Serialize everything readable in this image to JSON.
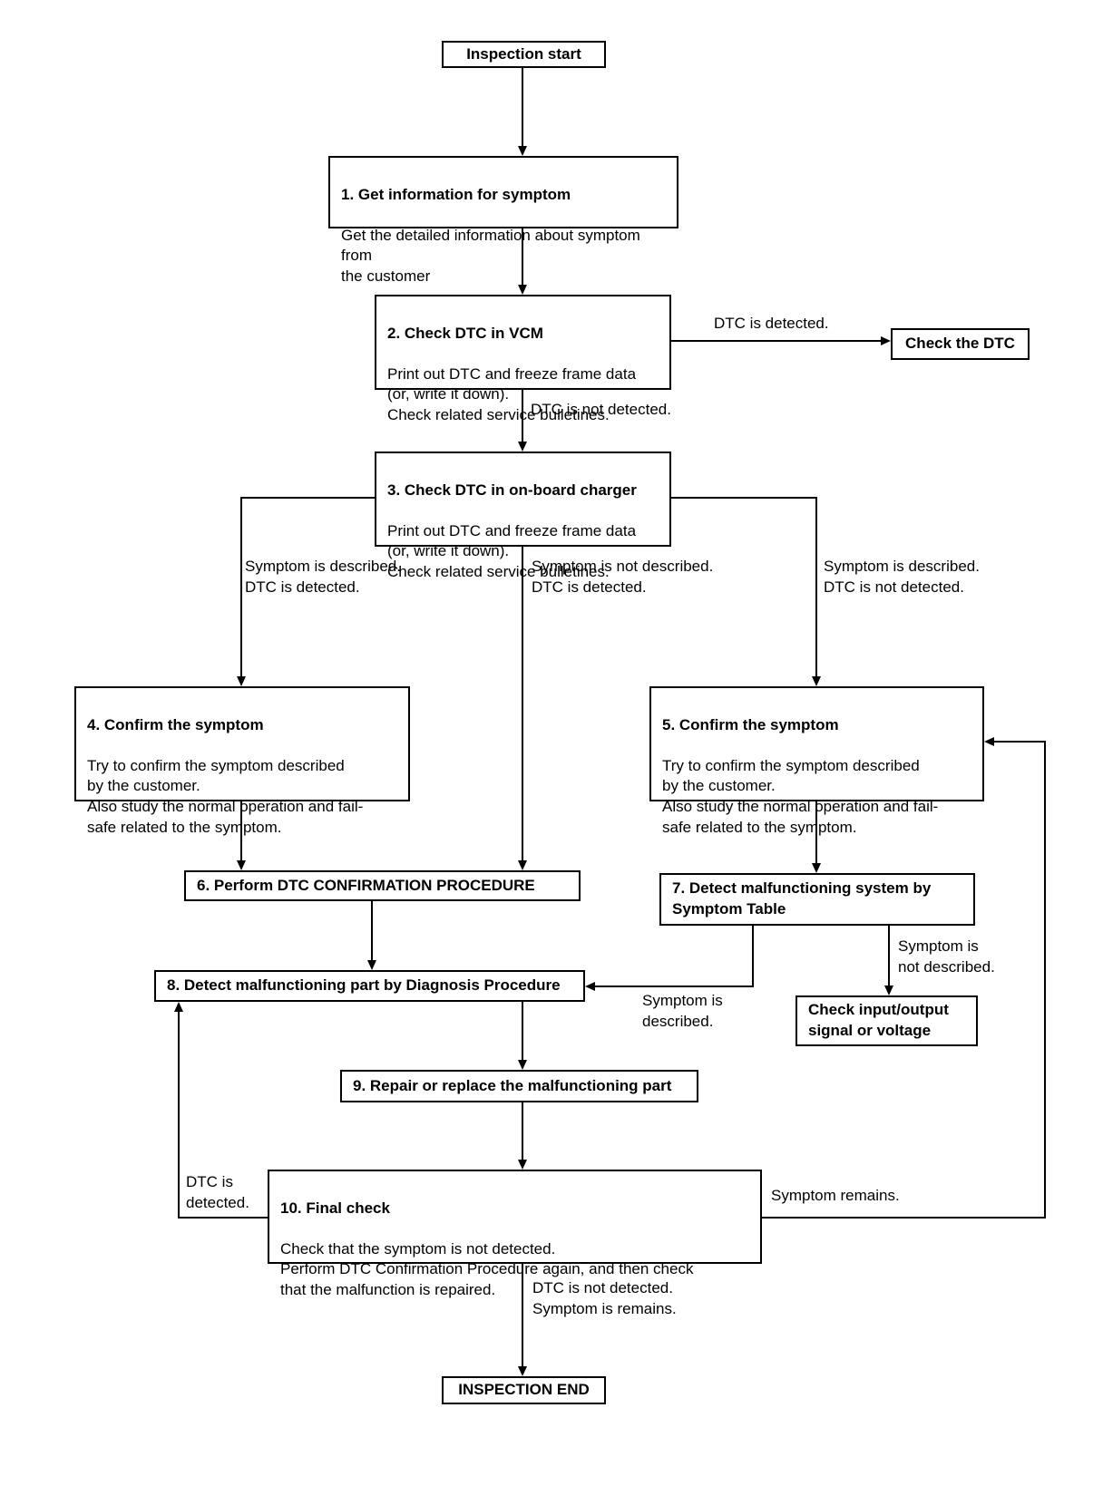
{
  "flowchart": {
    "start": {
      "label": "Inspection start"
    },
    "step1": {
      "title": "1. Get information for symptom",
      "body": "Get the detailed information about symptom from\nthe customer"
    },
    "step2": {
      "title": "2. Check DTC in VCM",
      "body": "Print out DTC and freeze frame data\n(or, write it down).\nCheck related service bulletines."
    },
    "check_dtc": {
      "label": "Check the DTC"
    },
    "step3": {
      "title": "3. Check DTC in on-board charger",
      "body": "Print out DTC and freeze frame data\n(or, write it down).\nCheck related service bulletines."
    },
    "step4": {
      "title": "4. Confirm the symptom",
      "body": "Try to confirm the symptom described\nby the customer.\nAlso study the normal operation and fail-\nsafe related to the symptom."
    },
    "step5": {
      "title": "5. Confirm the symptom",
      "body": "Try to confirm the symptom described\nby the customer.\nAlso study the normal operation and fail-\nsafe related to the symptom."
    },
    "step6": {
      "title": "6. Perform DTC CONFIRMATION PROCEDURE"
    },
    "step7": {
      "title": "7. Detect malfunctioning system by\nSymptom Table"
    },
    "step8": {
      "title": "8. Detect malfunctioning part by Diagnosis Procedure"
    },
    "check_io": {
      "label": "Check input/output\nsignal or voltage"
    },
    "step9": {
      "title": "9. Repair or replace the malfunctioning part"
    },
    "step10": {
      "title": "10. Final check",
      "body": "Check that the symptom is not detected.\nPerform DTC Confirmation Procedure again, and then check\nthat the malfunction is repaired."
    },
    "end": {
      "label": "INSPECTION END"
    },
    "labels": {
      "dtc_detected": "DTC is detected.",
      "dtc_not_detected": "DTC is not detected.",
      "branch_left": "Symptom is described.\nDTC is detected.",
      "branch_mid": "Symptom is not described.\nDTC is detected.",
      "branch_right": "Symptom is described.\nDTC is not detected.",
      "symptom_described": "Symptom is\ndescribed.",
      "symptom_not_described": "Symptom is\nnot described.",
      "dtc_detected_loop": "DTC is\ndetected.",
      "symptom_remains": "Symptom remains.",
      "final_exit": "DTC is not detected.\nSymptom is remains."
    },
    "colors": {
      "line": "#000000",
      "background": "#ffffff"
    }
  }
}
